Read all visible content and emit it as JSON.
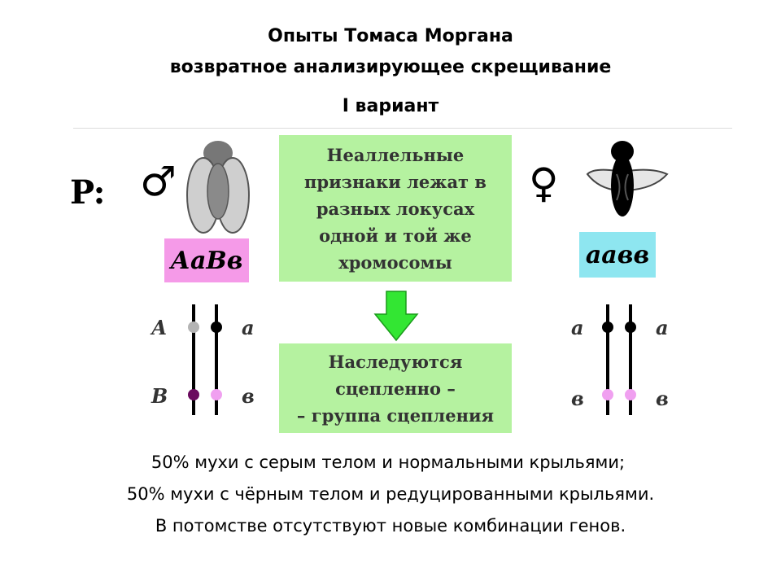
{
  "title": {
    "line1": "Опыты Томаса Моргана",
    "line2": "возвратное анализирующее скрещивание",
    "line3": "I вариант"
  },
  "parents_label": "P:",
  "male": {
    "symbol": "♂",
    "genotype": "АаВв",
    "box_color": "#f59ae8",
    "chromosome_genes": {
      "top_left": "А",
      "top_right": "а",
      "bottom_left": "В",
      "bottom_right": "в"
    }
  },
  "female": {
    "symbol": "♀",
    "genotype": "аавв",
    "box_color": "#8ee6f0",
    "chromosome_genes": {
      "top_left": "а",
      "top_right": "а",
      "bottom_left": "в",
      "bottom_right": "в"
    }
  },
  "green_box_top": {
    "lines": [
      "Неаллельные",
      "признаки лежат в",
      "разных локусах",
      "одной и той же",
      "хромосомы"
    ]
  },
  "green_box_bottom": {
    "lines": [
      "Наследуются",
      "сцепленно –",
      "– группа сцепления"
    ]
  },
  "colors": {
    "green_box": "#b5f2a0",
    "arrow": "#33e633",
    "allele_gray": "#b4b4b4",
    "allele_purple": "#6a0a5e",
    "allele_pink": "#f0a0f0"
  },
  "result": {
    "line1": "50% мухи с серым телом и нормальными крыльями;",
    "line2": "50% мухи с чёрным телом и редуцированными крыльями.",
    "line3": "В потомстве отсутствуют новые комбинации генов."
  }
}
